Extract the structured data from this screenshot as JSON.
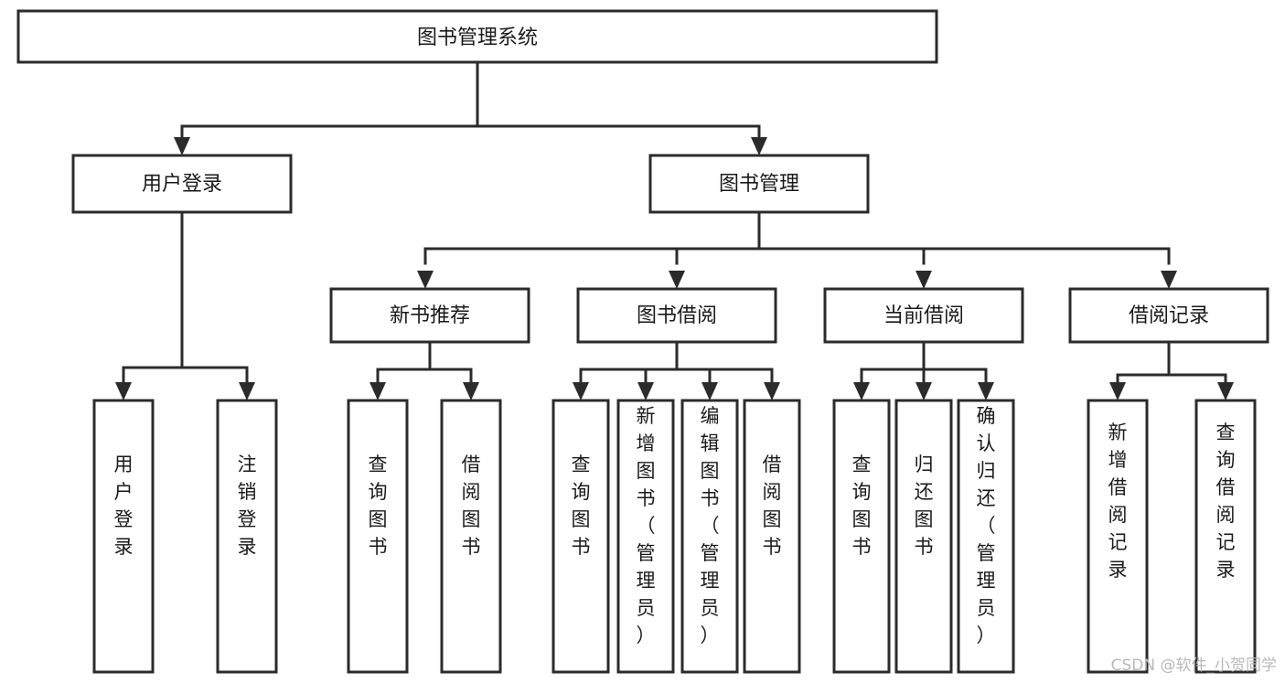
{
  "diagram": {
    "title": "图书管理系统",
    "type": "tree-hierarchy",
    "root": {
      "id": "root",
      "label": "图书管理系统"
    },
    "level2": [
      {
        "id": "user-login",
        "label": "用户登录"
      },
      {
        "id": "book-manage",
        "label": "图书管理"
      }
    ],
    "level3": [
      {
        "id": "new-book-recommend",
        "label": "新书推荐",
        "parent": "book-manage"
      },
      {
        "id": "book-borrow",
        "label": "图书借阅",
        "parent": "book-manage"
      },
      {
        "id": "current-borrow",
        "label": "当前借阅",
        "parent": "book-manage"
      },
      {
        "id": "borrow-record",
        "label": "借阅记录",
        "parent": "book-manage"
      }
    ],
    "leaves": {
      "user-login": [
        {
          "id": "leaf-user-login",
          "label": "用户登录"
        },
        {
          "id": "leaf-user-logout",
          "label": "注销登录"
        }
      ],
      "new-book-recommend": [
        {
          "id": "leaf-query-book-1",
          "label": "查询图书"
        },
        {
          "id": "leaf-borrow-book-1",
          "label": "借阅图书"
        }
      ],
      "book-borrow": [
        {
          "id": "leaf-query-book-2",
          "label": "查询图书"
        },
        {
          "id": "leaf-add-book",
          "label": "新增图书（管理员）"
        },
        {
          "id": "leaf-edit-book",
          "label": "编辑图书（管理员）"
        },
        {
          "id": "leaf-borrow-book-2",
          "label": "借阅图书"
        }
      ],
      "current-borrow": [
        {
          "id": "leaf-query-book-3",
          "label": "查询图书"
        },
        {
          "id": "leaf-return-book",
          "label": "归还图书"
        },
        {
          "id": "leaf-confirm-return",
          "label": "确认归还（管理员）"
        }
      ],
      "borrow-record": [
        {
          "id": "leaf-add-record",
          "label": "新增借阅记录"
        },
        {
          "id": "leaf-query-record",
          "label": "查询借阅记录"
        }
      ]
    },
    "colors": {
      "stroke": "#2b2b2b",
      "fill": "#ffffff",
      "text": "#1a1a1a",
      "watermark": "#b9b9b9"
    }
  },
  "watermark": {
    "text": "CSDN @软件_小贺同学"
  }
}
